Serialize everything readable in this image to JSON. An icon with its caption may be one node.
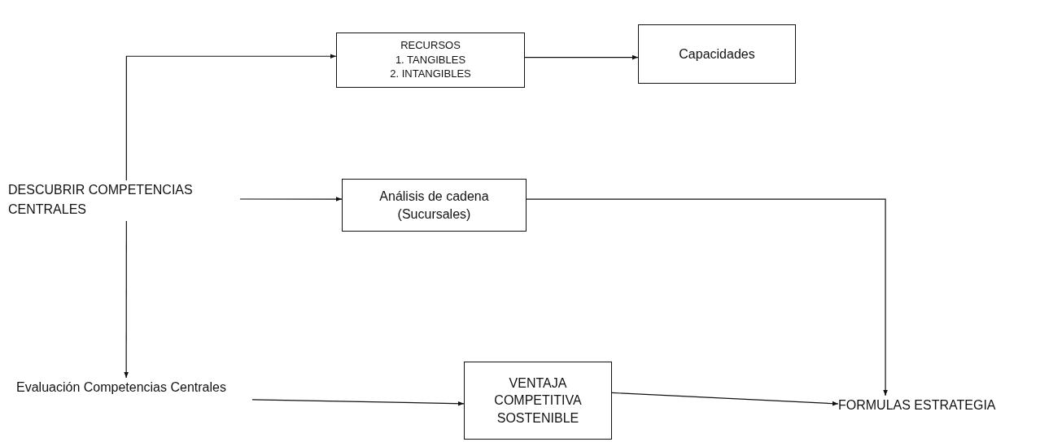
{
  "diagram": {
    "nodes": [
      {
        "text": [
          "RECURSOS",
          "1.  TANGIBLES",
          "2. INTANGIBLES"
        ]
      },
      {
        "text": [
          "Capacidades"
        ]
      },
      {
        "text": [
          "DESCUBRIR COMPETENCIAS CENTRALES"
        ]
      },
      {
        "text": [
          "Análisis de cadena (Sucursales)"
        ]
      },
      {
        "text": [
          "Evaluación Competencias Centrales"
        ]
      },
      {
        "text": [
          "VENTAJA COMPETITIVA SOSTENIBLE"
        ]
      },
      {
        "text": [
          "FORMULAS ESTRATEGIA"
        ]
      }
    ],
    "edges": [
      {
        "from": 2,
        "to": 0,
        "arrow": "to"
      },
      {
        "from": 0,
        "to": 1,
        "arrow": "to"
      },
      {
        "from": 2,
        "to": 3,
        "arrow": "to"
      },
      {
        "from": 2,
        "to": 4,
        "arrow": "to"
      },
      {
        "from": 3,
        "to": 6,
        "arrow": "to"
      },
      {
        "from": 4,
        "to": 5,
        "arrow": "to"
      },
      {
        "from": 5,
        "to": 6,
        "arrow": "to"
      }
    ]
  }
}
